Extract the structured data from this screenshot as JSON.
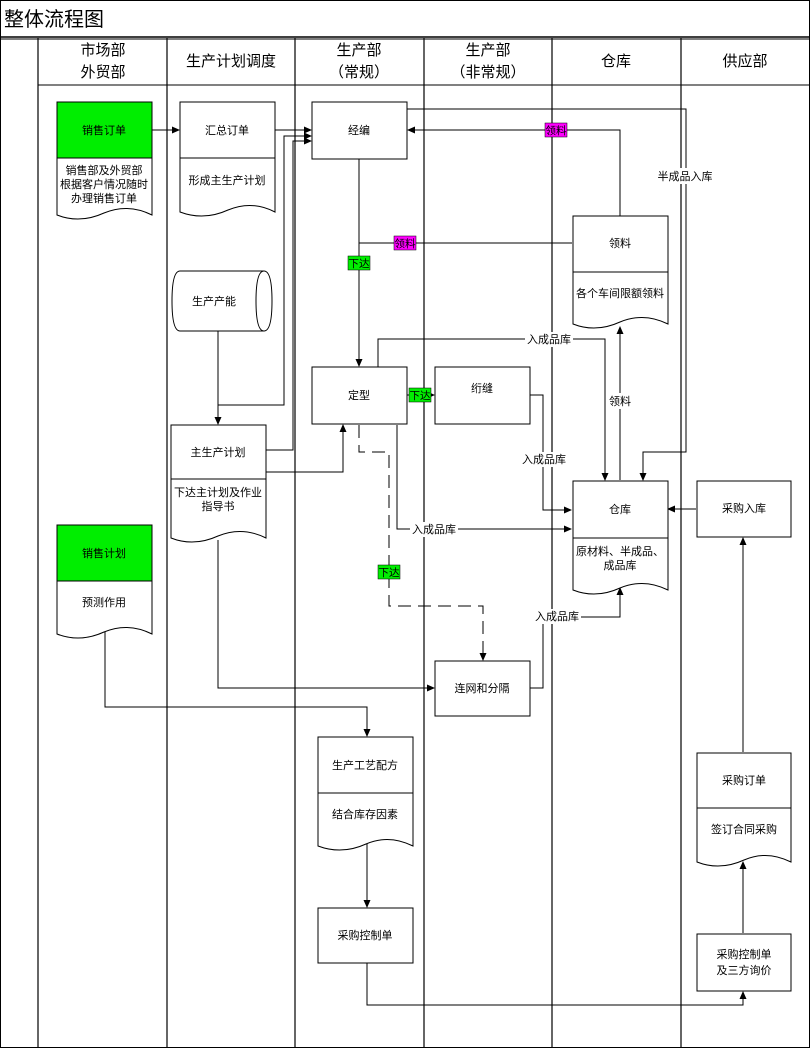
{
  "title": "整体流程图",
  "lanes": [
    {
      "line1": "市场部",
      "line2": "外贸部"
    },
    {
      "line1": "生产计划调度",
      "line2": ""
    },
    {
      "line1": "生产部",
      "line2": "（常规）"
    },
    {
      "line1": "生产部",
      "line2": "（非常规）"
    },
    {
      "line1": "仓库",
      "line2": ""
    },
    {
      "line1": "供应部",
      "line2": ""
    }
  ],
  "nodes": {
    "sales_order": {
      "title": "销售订单",
      "desc": [
        "销售部及外贸部",
        "根据客户情况随时",
        "办理销售订单"
      ]
    },
    "summary_order": {
      "title": "汇总订单",
      "desc": [
        "形成主生产计划"
      ]
    },
    "capacity": {
      "title": "生产产能"
    },
    "master_plan": {
      "title": "主生产计划",
      "desc": [
        "下达主计划及作业",
        "指导书"
      ]
    },
    "sales_plan": {
      "title": "销售计划",
      "desc": [
        "预测作用"
      ]
    },
    "warp": {
      "title": "经编"
    },
    "shaping": {
      "title": "定型"
    },
    "process_recipe": {
      "title": "生产工艺配方",
      "desc": [
        "结合库存因素"
      ]
    },
    "purchase_control": {
      "title": "采购控制单"
    },
    "sewing": {
      "title": "绗缝"
    },
    "connect_net": {
      "title": "连网和分隔"
    },
    "material_pick": {
      "title": "领料",
      "desc": [
        "各个车间限额领料"
      ]
    },
    "warehouse": {
      "title": "仓库",
      "desc": [
        "原材料、半成品、",
        "成品库"
      ]
    },
    "purchase_in": {
      "title": "采购入库"
    },
    "purchase_order": {
      "title": "采购订单",
      "desc": [
        "签订合同采购"
      ]
    },
    "control_quote": {
      "title": "采购控制单",
      "desc": [
        "及三方询价"
      ]
    }
  },
  "labels": {
    "semi_in": "半成品入库",
    "pick_tag_1": "领料",
    "pick_tag_2": "领料",
    "issue_1": "下达",
    "issue_2": "下达",
    "issue_3": "下达",
    "pick_vertical": "领料",
    "fin_in_1": "入成品库",
    "fin_in_2": "入成品库",
    "fin_in_3": "入成品库",
    "fin_in_4": "入成品库"
  },
  "colors": {
    "green": "#00ee00",
    "magenta": "#ff00ff",
    "line": "#000000"
  }
}
